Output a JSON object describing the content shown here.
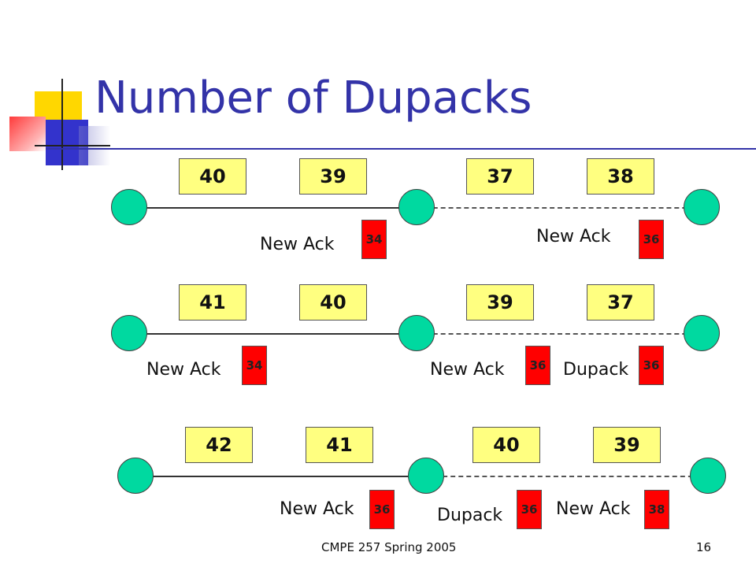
{
  "slide": {
    "title": "Number of Dupacks",
    "footer_course": "CMPE 257  Spring 2005",
    "page_number": "16",
    "colors": {
      "title": "#3333a8",
      "packet": "#ffff80",
      "ack": "#ff0000",
      "node": "#00d9a0"
    }
  },
  "rows": [
    {
      "packets": [
        "40",
        "39",
        "37",
        "38"
      ],
      "acks": [
        {
          "label": "New Ack",
          "num": "34"
        },
        {
          "label": "New Ack",
          "num": "36"
        }
      ]
    },
    {
      "packets": [
        "41",
        "40",
        "39",
        "37"
      ],
      "acks": [
        {
          "label": "New Ack",
          "num": "34"
        },
        {
          "label": "New Ack",
          "num": "36"
        },
        {
          "label": "Dupack",
          "num": "36"
        }
      ]
    },
    {
      "packets": [
        "42",
        "41",
        "40",
        "39"
      ],
      "acks": [
        {
          "label": "New Ack",
          "num": "36"
        },
        {
          "label": "Dupack",
          "num": "36"
        },
        {
          "label": "New Ack",
          "num": "38"
        }
      ]
    }
  ]
}
